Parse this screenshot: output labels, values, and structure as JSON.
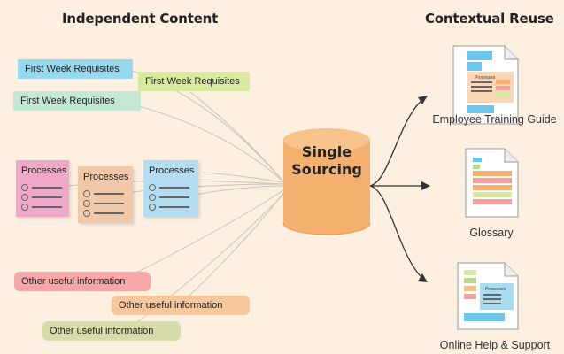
{
  "headings": {
    "left": "Independent Content",
    "right": "Contextual Reuse"
  },
  "tags": {
    "requisites": [
      "First Week Requisites",
      "First Week Requisites",
      "First Week Requisites"
    ],
    "other": [
      "Other useful information",
      "Other useful information",
      "Other useful information"
    ]
  },
  "cards": [
    "Processes",
    "Processes",
    "Processes"
  ],
  "center": {
    "line1": "Single",
    "line2": "Sourcing"
  },
  "outputs": [
    {
      "label": "Employee Training Guide",
      "mini_title": "Processes"
    },
    {
      "label": "Glossary"
    },
    {
      "label": "Online Help & Support",
      "mini_title": "Processes"
    }
  ],
  "colors": {
    "background": "#fdf0e0",
    "cylinder": "#f4b06e",
    "blue": "#9ad8f0",
    "yellow_green": "#d9eaa0",
    "mint": "#c4e8d4",
    "pink": "#f0a8c8",
    "tan": "#f1c8a8",
    "salmon": "#f6a8a8",
    "peach": "#f8c89c",
    "sage": "#d6dcaa"
  }
}
